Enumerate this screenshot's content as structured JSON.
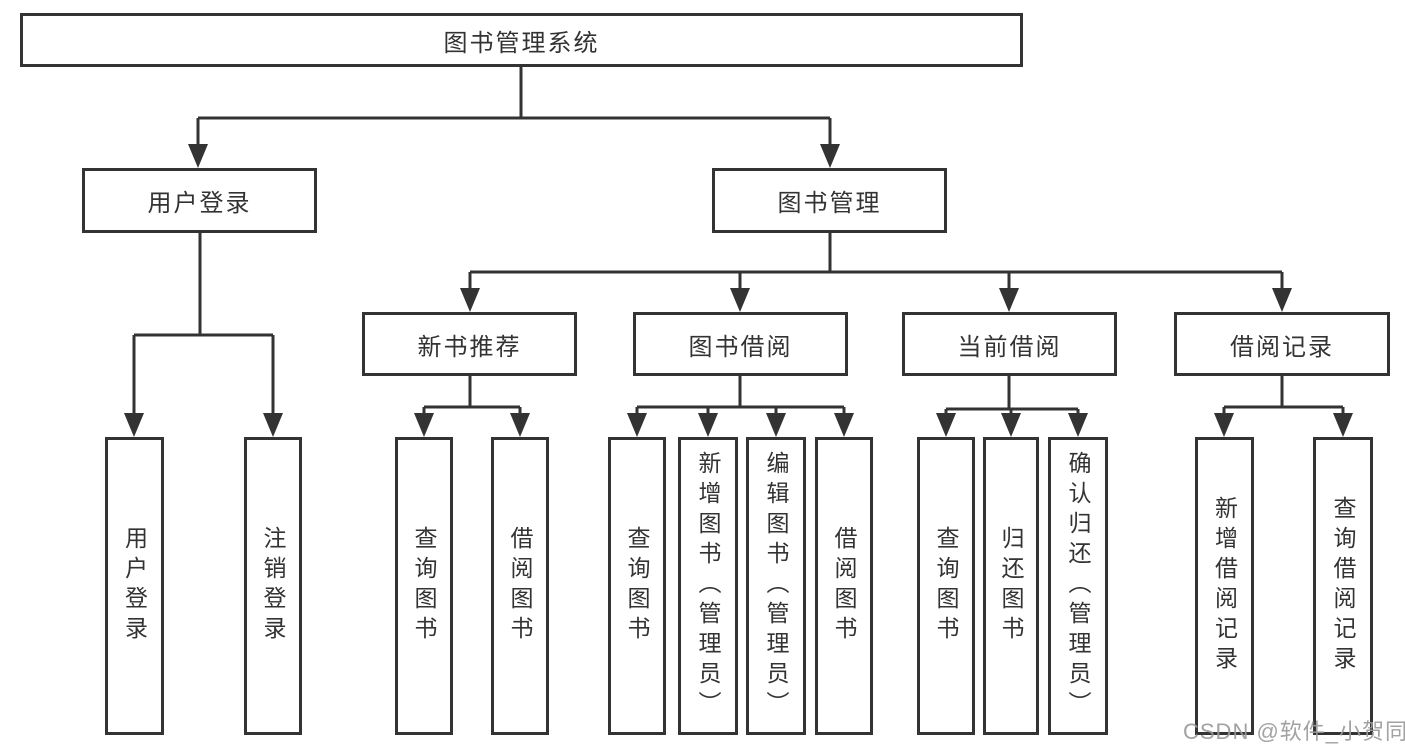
{
  "tree": {
    "label": "图书管理系统",
    "children": [
      {
        "label": "用户登录",
        "children": [
          {
            "label": "用户登录"
          },
          {
            "label": "注销登录"
          }
        ]
      },
      {
        "label": "图书管理",
        "children": [
          {
            "label": "新书推荐",
            "children": [
              {
                "label": "查询图书"
              },
              {
                "label": "借阅图书"
              }
            ]
          },
          {
            "label": "图书借阅",
            "children": [
              {
                "label": "查询图书"
              },
              {
                "label": "新增图书（管理员）"
              },
              {
                "label": "编辑图书（管理员）"
              },
              {
                "label": "借阅图书"
              }
            ]
          },
          {
            "label": "当前借阅",
            "children": [
              {
                "label": "查询图书"
              },
              {
                "label": "归还图书"
              },
              {
                "label": "确认归还（管理员）"
              }
            ]
          },
          {
            "label": "借阅记录",
            "children": [
              {
                "label": "新增借阅记录"
              },
              {
                "label": "查询借阅记录"
              }
            ]
          }
        ]
      }
    ]
  },
  "watermark": {
    "text": "CSDN @软件_小贺同学"
  },
  "colors": {
    "line": "#333333",
    "box_background": "#ffffff",
    "text": "#333333",
    "watermark": "#9a9a9a"
  }
}
